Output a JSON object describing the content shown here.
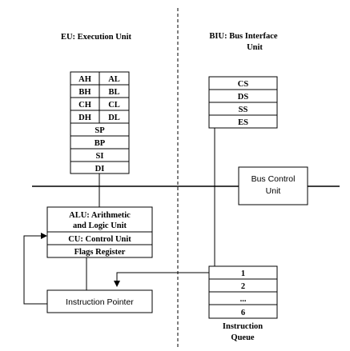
{
  "eu": {
    "title": "EU: Execution Unit",
    "registers_split": [
      [
        "AH",
        "AL"
      ],
      [
        "BH",
        "BL"
      ],
      [
        "CH",
        "CL"
      ],
      [
        "DH",
        "DL"
      ]
    ],
    "registers_full": [
      "SP",
      "BP",
      "SI",
      "DI"
    ],
    "alu_line1": "ALU: Arithmetic",
    "alu_line2": "and Logic Unit",
    "control_unit": "CU: Control Unit",
    "flags_register": "Flags Register",
    "instruction_pointer": "Instruction Pointer"
  },
  "biu": {
    "title_line1": "BIU: Bus Interface",
    "title_line2": "Unit",
    "segment_registers": [
      "CS",
      "DS",
      "SS",
      "ES"
    ],
    "bus_control_line1": "Bus Control",
    "bus_control_line2": "Unit",
    "queue": [
      "1",
      "2",
      "...",
      "6"
    ],
    "queue_label_line1": "Instruction",
    "queue_label_line2": "Queue"
  }
}
